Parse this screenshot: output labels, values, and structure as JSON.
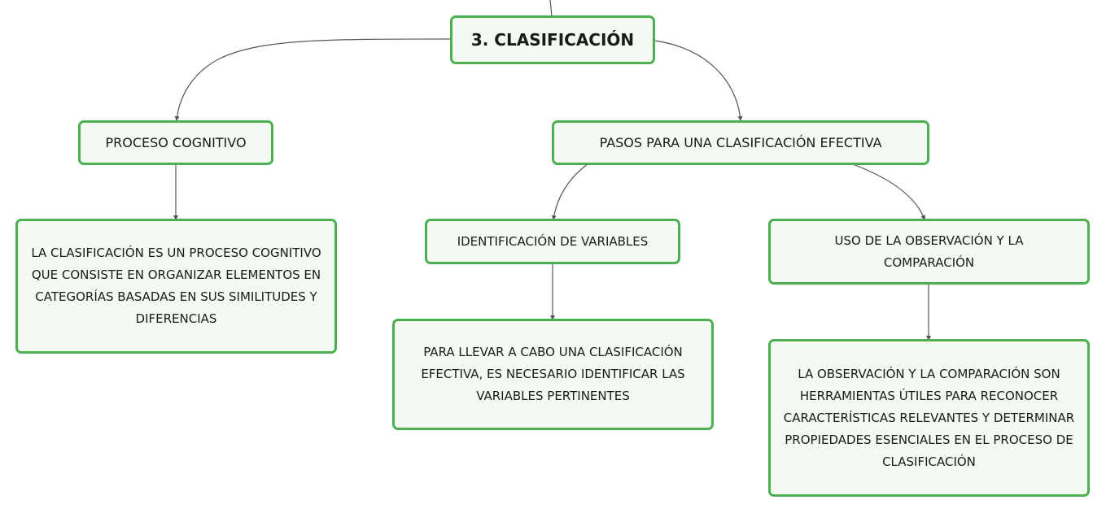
{
  "colors": {
    "node_border": "#4caf50",
    "node_fill": "#f2faf2",
    "connector": "#555555",
    "text": "#1a1a1a"
  },
  "root": {
    "label": "3. CLASIFICACIÓN"
  },
  "branch_left": {
    "label": "PROCESO COGNITIVO",
    "detail": "LA CLASIFICACIÓN ES UN PROCESO COGNITIVO QUE CONSISTE EN ORGANIZAR ELEMENTOS EN CATEGORÍAS BASADAS EN SUS SIMILITUDES Y DIFERENCIAS"
  },
  "branch_right": {
    "label": "PASOS PARA UNA CLASIFICACIÓN EFECTIVA",
    "children": [
      {
        "label": "IDENTIFICACIÓN DE VARIABLES",
        "detail": "PARA LLEVAR A CABO UNA CLASIFICACIÓN EFECTIVA, ES NECESARIO IDENTIFICAR LAS VARIABLES PERTINENTES"
      },
      {
        "label": "USO DE LA OBSERVACIÓN Y LA COMPARACIÓN",
        "detail": "LA OBSERVACIÓN Y LA COMPARACIÓN SON HERRAMIENTAS ÚTILES PARA RECONOCER CARACTERÍSTICAS RELEVANTES Y DETERMINAR PROPIEDADES ESENCIALES EN EL PROCESO DE CLASIFICACIÓN"
      }
    ]
  }
}
